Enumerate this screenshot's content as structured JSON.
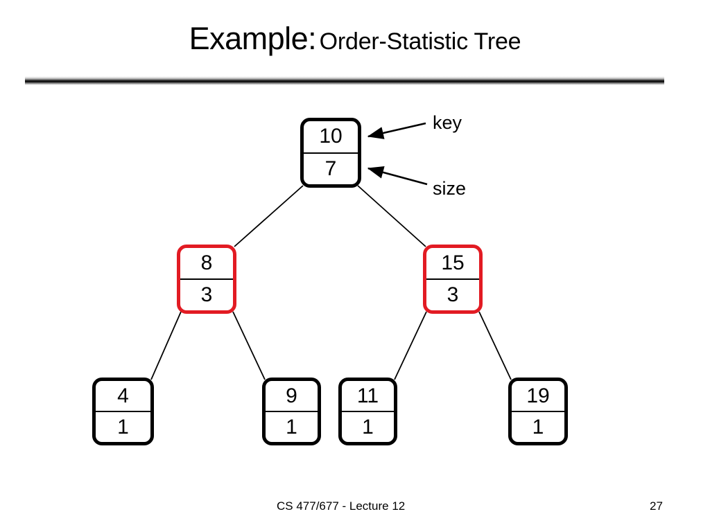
{
  "slide": {
    "title_main": "Example:",
    "title_sub": "Order-Statistic Tree",
    "footer_course": "CS 477/677 - Lecture 12",
    "footer_page": "27"
  },
  "annotations": {
    "key_label": "key",
    "size_label": "size"
  },
  "colors": {
    "red_node_border": "#e21b23",
    "black_node_border": "#000000",
    "edge": "#000000",
    "background": "#ffffff"
  },
  "tree": {
    "description": "Order-statistic binary search tree; each node shows key on top and subtree size below",
    "nodes": [
      {
        "id": "root",
        "key": "10",
        "size": "7",
        "color": "black"
      },
      {
        "id": "n8",
        "key": "8",
        "size": "3",
        "color": "red"
      },
      {
        "id": "n15",
        "key": "15",
        "size": "3",
        "color": "red"
      },
      {
        "id": "n4",
        "key": "4",
        "size": "1",
        "color": "black"
      },
      {
        "id": "n9",
        "key": "9",
        "size": "1",
        "color": "black"
      },
      {
        "id": "n11",
        "key": "11",
        "size": "1",
        "color": "black"
      },
      {
        "id": "n19",
        "key": "19",
        "size": "1",
        "color": "black"
      }
    ],
    "edges": [
      {
        "from": "root",
        "to": "n8"
      },
      {
        "from": "root",
        "to": "n15"
      },
      {
        "from": "n8",
        "to": "n4"
      },
      {
        "from": "n8",
        "to": "n9"
      },
      {
        "from": "n15",
        "to": "n11"
      },
      {
        "from": "n15",
        "to": "n19"
      }
    ]
  }
}
